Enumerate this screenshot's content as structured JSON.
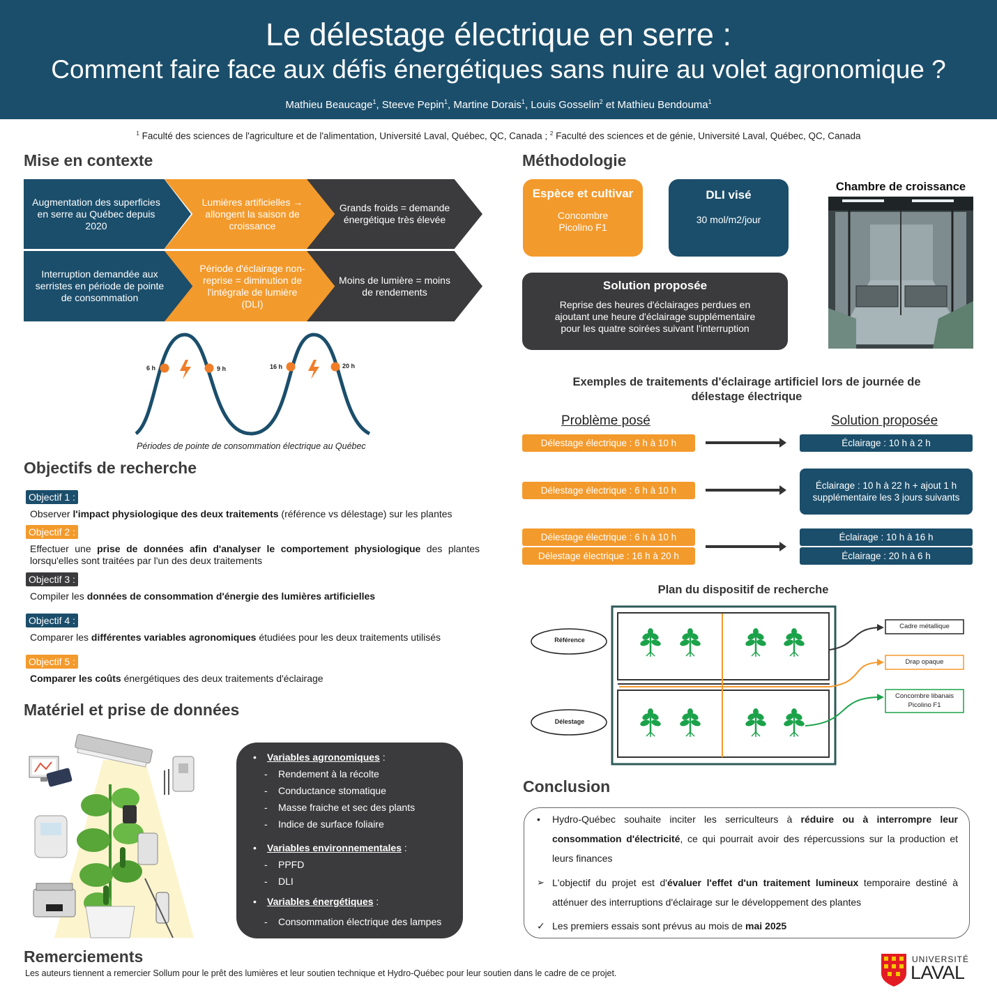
{
  "header": {
    "title_line1": "Le délestage électrique en serre :",
    "title_line2": "Comment faire face aux défis énergétiques sans nuire au volet agronomique ?",
    "authors": [
      {
        "name": "Mathieu Beaucage",
        "sup": "1"
      },
      {
        "name": "Steeve Pepin",
        "sup": "1"
      },
      {
        "name": "Martine Dorais",
        "sup": "1"
      },
      {
        "name": "Louis Gosselin",
        "sup": "2"
      },
      {
        "name": "Mathieu Bendouma",
        "sup": "1"
      }
    ],
    "authors_sep": ", ",
    "authors_last_sep": " et ",
    "affiliation_sup1": "1",
    "affiliation1": "Faculté des sciences de l'agriculture et de l'alimentation, Université Laval, Québec, QC, Canada ; ",
    "affiliation_sup2": "2",
    "affiliation2": "Faculté des sciences et de génie, Université Laval, Québec, QC, Canada"
  },
  "contexte": {
    "title": "Mise en contexte",
    "row1": [
      "Augmentation des superficies en serre au Québec depuis 2020",
      "Lumières artificielles → allongent la saison de croissance",
      "Grands froids = demande énergétique très élevée"
    ],
    "row2": [
      "Interruption demandée aux serristes en période de pointe de consommation",
      "Période d'éclairage non-reprise = diminution de l'intégrale de lumière (DLI)",
      "Moins de lumière = moins de rendements"
    ],
    "peak_labels": [
      "6 h",
      "9 h",
      "16 h",
      "20 h"
    ],
    "caption": "Périodes de pointe de consommation électrique au Québec",
    "colors": {
      "blue": "#1b4e6b",
      "orange": "#f39a2c",
      "dark": "#3b3b3d"
    }
  },
  "objectifs": {
    "title": "Objectifs de recherche",
    "items": [
      {
        "badge": "Objectif 1 :",
        "color": "#1b4e6b",
        "parts": [
          [
            "Observer ",
            false
          ],
          [
            "l'impact physiologique des deux traitements",
            true
          ],
          [
            " (référence vs délestage) sur les plantes",
            false
          ]
        ]
      },
      {
        "badge": "Objectif 2 :",
        "color": "#f39a2c",
        "parts": [
          [
            "Effectuer une ",
            false
          ],
          [
            "prise de données afin d'analyser le comportement physiologique",
            true
          ],
          [
            " des plantes lorsqu'elles sont traitées par l'un des deux traitements",
            false
          ]
        ]
      },
      {
        "badge": "Objectif 3 :",
        "color": "#3b3b3d",
        "parts": [
          [
            "Compiler les ",
            false
          ],
          [
            "données de consommation d'énergie des lumières artificielles",
            true
          ]
        ]
      },
      {
        "badge": "Objectif 4 :",
        "color": "#1b4e6b",
        "parts": [
          [
            "Comparer les ",
            false
          ],
          [
            "différentes variables agronomiques",
            true
          ],
          [
            " étudiées pour les deux traitements utilisés",
            false
          ]
        ]
      },
      {
        "badge": "Objectif 5 :",
        "color": "#f39a2c",
        "parts": [
          [
            "Comparer les coûts",
            true
          ],
          [
            " énergétiques des deux traitements d'éclairage",
            false
          ]
        ]
      }
    ]
  },
  "materiel": {
    "title": "Matériel et prise de données",
    "categories": [
      {
        "label": "Variables agronomiques",
        "suffix": " :",
        "items": [
          "Rendement à la récolte",
          "Conductance stomatique",
          "Masse fraiche et sec des plants",
          "Indice de surface foliaire"
        ]
      },
      {
        "label": "Variables environnementales",
        "suffix": " :",
        "items": [
          "PPFD",
          "DLI"
        ]
      },
      {
        "label": "Variables énergétiques",
        "suffix": " :",
        "items": [
          "Consommation électrique des lampes"
        ]
      }
    ]
  },
  "remerciements": {
    "title": "Remerciements",
    "text": "Les auteurs tiennent a remercier Sollum pour le prêt des lumières et leur soutien technique et Hydro-Québec pour leur soutien dans le cadre de ce projet."
  },
  "methodologie": {
    "title": "Méthodologie",
    "espece_title": "Espèce et cultivar",
    "espece_text": "Concombre Picolino F1",
    "dli_title": "DLI visé",
    "dli_text": "30 mol/m2/jour",
    "chambre_title": "Chambre de croissance",
    "solution_title": "Solution proposée",
    "solution_text": "Reprise des heures d'éclairages perdues en ajoutant une heure d'éclairage supplémentaire pour les quatre soirées suivant l'interruption"
  },
  "exemples": {
    "title": "Exemples de traitements d'éclairage artificiel lors de journée de délestage électrique",
    "probleme_head": "Problème posé",
    "solution_head": "Solution proposée",
    "rows": [
      {
        "left": [
          "Délestage électrique : 6 h à 10 h"
        ],
        "right": [
          "Éclairage : 10 h à 2 h"
        ]
      },
      {
        "left": [
          "Délestage électrique : 6 h à 10 h"
        ],
        "right": [
          "Éclairage : 10 h à 22 h + ajout 1 h supplémentaire les 3 jours suivants"
        ]
      },
      {
        "left": [
          "Délestage électrique : 6 h à 10 h",
          "Délestage électrique : 16 h à 20 h"
        ],
        "right": [
          "Éclairage : 10 h à 16 h",
          "Éclairage : 20 h à 6 h"
        ]
      }
    ]
  },
  "plan": {
    "title": "Plan du dispositif de recherche",
    "reference": "Référence",
    "delestage": "Délestage",
    "legend": [
      "Cadre métallique",
      "Drap opaque",
      "Concombre libanais Picolino F1"
    ]
  },
  "conclusion": {
    "title": "Conclusion",
    "p1": [
      [
        "Hydro-Québec souhaite inciter les serriculteurs à ",
        false
      ],
      [
        "réduire ou à interrompre leur consommation d'électricité",
        true
      ],
      [
        ", ce qui pourrait avoir des répercussions sur la production et leurs finances",
        false
      ]
    ],
    "p2": [
      [
        "L'objectif du projet est d'",
        false
      ],
      [
        "évaluer l'effet d'un traitement lumineux",
        true
      ],
      [
        " temporaire destiné à atténuer des interruptions d'éclairage sur le développement des plantes",
        false
      ]
    ],
    "p3": [
      [
        "Les premiers essais sont prévus au mois de ",
        false
      ],
      [
        "mai 2025",
        true
      ]
    ]
  },
  "logo": {
    "line1": "UNIVERSITÉ",
    "line2": "LAVAL"
  }
}
